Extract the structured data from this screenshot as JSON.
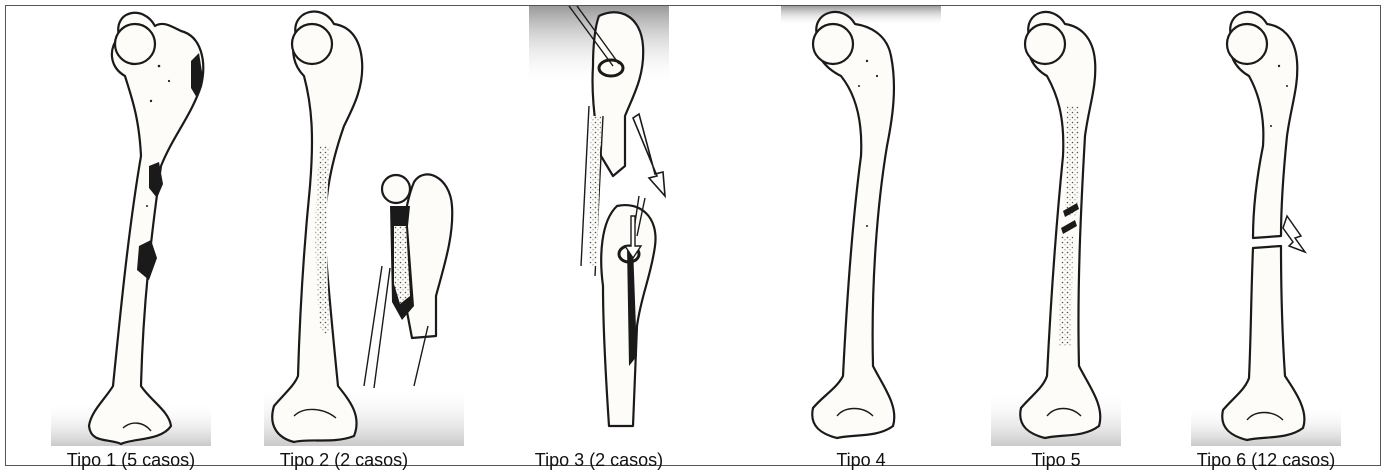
{
  "figure": {
    "panels": [
      {
        "id": "tipo-1",
        "caption": "Tipo 1 (5 casos)"
      },
      {
        "id": "tipo-2",
        "caption": "Tipo 2 (2 casos)"
      },
      {
        "id": "tipo-3",
        "caption": "Tipo 3 (2 casos)"
      },
      {
        "id": "tipo-4",
        "caption": "Tipo 4"
      },
      {
        "id": "tipo-5",
        "caption": "Tipo 5"
      },
      {
        "id": "tipo-6",
        "caption": "Tipo 6 (12 casos)"
      }
    ]
  }
}
